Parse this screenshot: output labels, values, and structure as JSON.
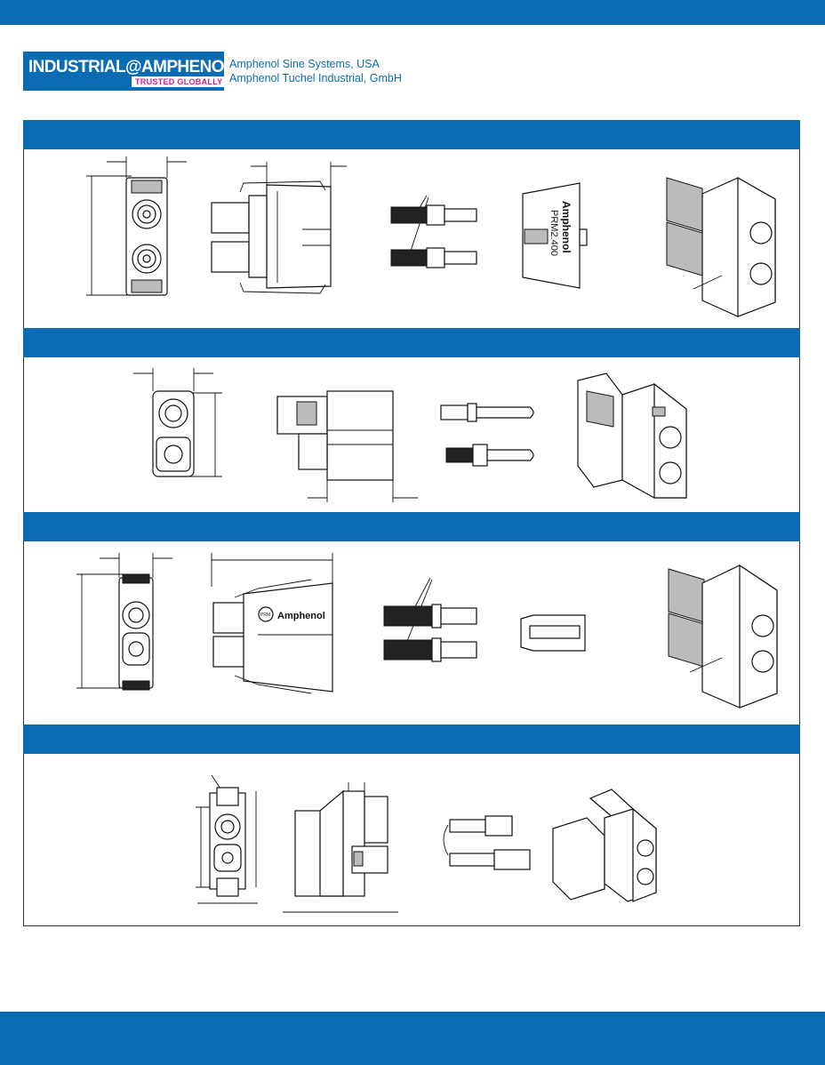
{
  "header": {
    "logo_main": "INDUSTRIAL@AMPHENOL",
    "logo_tagline": "TRUSTED GLOBALLY",
    "companies": [
      "Amphenol Sine Systems, USA",
      "Amphenol Tuchel Industrial, GmbH"
    ]
  },
  "drawing_text": {
    "brand_vertical": "Amphenol",
    "part_vertical": "PRM2.400",
    "brand_badge": "PRM",
    "brand_horizontal": "Amphenol"
  },
  "colors": {
    "brand_blue": "#0b6bb3",
    "tagline_magenta": "#d0208a"
  }
}
